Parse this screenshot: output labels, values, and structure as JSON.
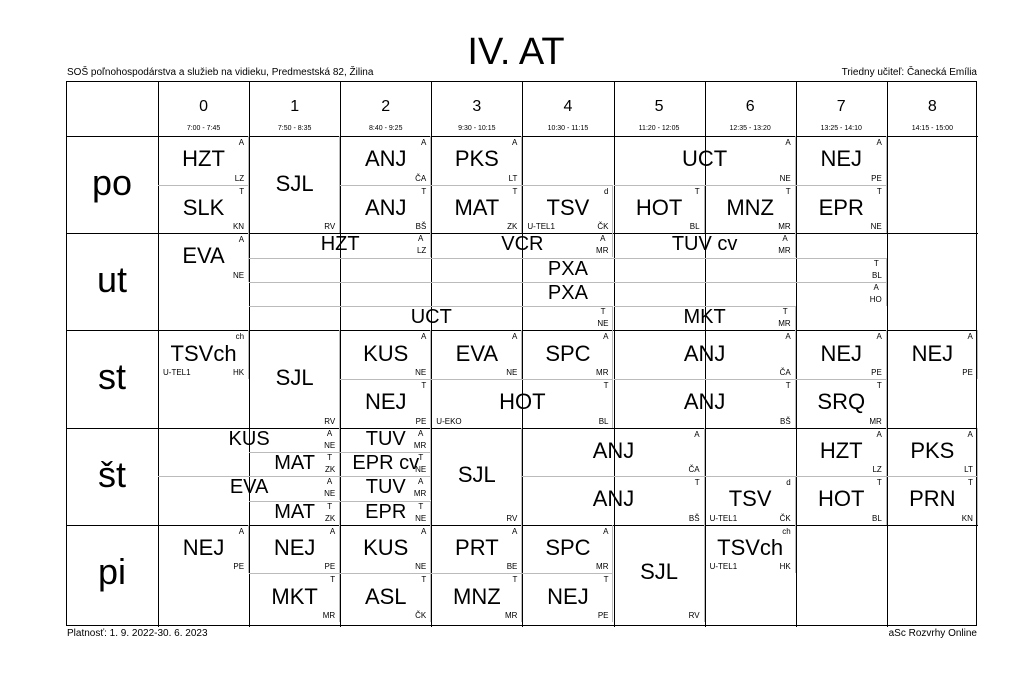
{
  "header": {
    "title": "IV. AT",
    "school": "SOŠ poľnohospodárstva a služieb na vidieku, Predmestská 82, Žilina",
    "class_teacher": "Triedny učiteľ: Čanecká Emília"
  },
  "footer": {
    "validity": "Platnosť: 1. 9. 2022-30. 6. 2023",
    "brand": "aSc Rozvrhy Online"
  },
  "periods": [
    {
      "num": "0",
      "time": "7:00 - 7:45"
    },
    {
      "num": "1",
      "time": "7:50 - 8:35"
    },
    {
      "num": "2",
      "time": "8:40 - 9:25"
    },
    {
      "num": "3",
      "time": "9:30 - 10:15"
    },
    {
      "num": "4",
      "time": "10:30 - 11:15"
    },
    {
      "num": "5",
      "time": "11:20 - 12:05"
    },
    {
      "num": "6",
      "time": "12:35 - 13:20"
    },
    {
      "num": "7",
      "time": "13:25 - 14:10"
    },
    {
      "num": "8",
      "time": "14:15 - 15:00"
    }
  ],
  "days": [
    "po",
    "ut",
    "st",
    "št",
    "pi"
  ],
  "lessons": [
    {
      "day": 0,
      "p": 0,
      "span": 1,
      "row": 0,
      "rows": 2,
      "of": 4,
      "subject": "HZT",
      "group": "A",
      "teacher": "LZ"
    },
    {
      "day": 0,
      "p": 0,
      "span": 1,
      "row": 2,
      "rows": 2,
      "of": 4,
      "subject": "SLK",
      "group": "T",
      "teacher": "KN"
    },
    {
      "day": 0,
      "p": 1,
      "span": 1,
      "row": 0,
      "rows": 4,
      "of": 4,
      "subject": "SJL",
      "teacher": "RV"
    },
    {
      "day": 0,
      "p": 2,
      "span": 1,
      "row": 0,
      "rows": 2,
      "of": 4,
      "subject": "ANJ",
      "group": "A",
      "teacher": "ČA"
    },
    {
      "day": 0,
      "p": 2,
      "span": 1,
      "row": 2,
      "rows": 2,
      "of": 4,
      "subject": "ANJ",
      "group": "T",
      "teacher": "BŠ"
    },
    {
      "day": 0,
      "p": 3,
      "span": 1,
      "row": 0,
      "rows": 2,
      "of": 4,
      "subject": "PKS",
      "group": "A",
      "teacher": "LT"
    },
    {
      "day": 0,
      "p": 3,
      "span": 1,
      "row": 2,
      "rows": 2,
      "of": 4,
      "subject": "MAT",
      "group": "T",
      "teacher": "ZK"
    },
    {
      "day": 0,
      "p": 4,
      "span": 1,
      "row": 2,
      "rows": 2,
      "of": 4,
      "subject": "TSV",
      "group": "d",
      "teacher": "ČK",
      "room": "U-TEL1"
    },
    {
      "day": 0,
      "p": 5,
      "span": 2,
      "row": 0,
      "rows": 2,
      "of": 4,
      "subject": "UCT",
      "group": "A",
      "teacher": "NE"
    },
    {
      "day": 0,
      "p": 5,
      "span": 1,
      "row": 2,
      "rows": 2,
      "of": 4,
      "subject": "HOT",
      "group": "T",
      "teacher": "BL"
    },
    {
      "day": 0,
      "p": 6,
      "span": 1,
      "row": 2,
      "rows": 2,
      "of": 4,
      "subject": "MNZ",
      "group": "T",
      "teacher": "MR"
    },
    {
      "day": 0,
      "p": 7,
      "span": 1,
      "row": 0,
      "rows": 2,
      "of": 4,
      "subject": "NEJ",
      "group": "A",
      "teacher": "PE"
    },
    {
      "day": 0,
      "p": 7,
      "span": 1,
      "row": 2,
      "rows": 2,
      "of": 4,
      "subject": "EPR",
      "group": "T",
      "teacher": "NE"
    },
    {
      "day": 1,
      "p": 0,
      "span": 1,
      "row": 0,
      "rows": 2,
      "of": 4,
      "subject": "EVA",
      "group": "A",
      "teacher": "NE"
    },
    {
      "day": 1,
      "p": 1,
      "span": 2,
      "row": 0,
      "rows": 1,
      "of": 4,
      "subject": "HZT",
      "group": "A",
      "teacher": "LZ",
      "inline": true
    },
    {
      "day": 1,
      "p": 3,
      "span": 2,
      "row": 0,
      "rows": 1,
      "of": 4,
      "subject": "VCR",
      "group": "A",
      "teacher": "MR",
      "inline": true
    },
    {
      "day": 1,
      "p": 5,
      "span": 2,
      "row": 0,
      "rows": 1,
      "of": 4,
      "subject": "TUV cv",
      "group": "A",
      "teacher": "MR",
      "inline": true
    },
    {
      "day": 1,
      "p": 1,
      "span": 7,
      "row": 1,
      "rows": 1,
      "of": 4,
      "subject": "PXA",
      "group": "T",
      "teacher": "BL",
      "inline": true
    },
    {
      "day": 1,
      "p": 1,
      "span": 7,
      "row": 2,
      "rows": 1,
      "of": 4,
      "subject": "PXA",
      "group": "A",
      "teacher": "HO",
      "inline": true
    },
    {
      "day": 1,
      "p": 1,
      "span": 4,
      "row": 3,
      "rows": 1,
      "of": 4,
      "subject": "UCT",
      "group": "T",
      "teacher": "NE",
      "inline": true
    },
    {
      "day": 1,
      "p": 5,
      "span": 2,
      "row": 3,
      "rows": 1,
      "of": 4,
      "subject": "MKT",
      "group": "T",
      "teacher": "MR",
      "inline": true
    },
    {
      "day": 2,
      "p": 0,
      "span": 1,
      "row": 0,
      "rows": 2,
      "of": 4,
      "subject": "TSVch",
      "group": "ch",
      "teacher": "HK",
      "room": "U-TEL1"
    },
    {
      "day": 2,
      "p": 1,
      "span": 1,
      "row": 0,
      "rows": 4,
      "of": 4,
      "subject": "SJL",
      "teacher": "RV"
    },
    {
      "day": 2,
      "p": 2,
      "span": 1,
      "row": 0,
      "rows": 2,
      "of": 4,
      "subject": "KUS",
      "group": "A",
      "teacher": "NE"
    },
    {
      "day": 2,
      "p": 2,
      "span": 1,
      "row": 2,
      "rows": 2,
      "of": 4,
      "subject": "NEJ",
      "group": "T",
      "teacher": "PE"
    },
    {
      "day": 2,
      "p": 3,
      "span": 1,
      "row": 0,
      "rows": 2,
      "of": 4,
      "subject": "EVA",
      "group": "A",
      "teacher": "NE"
    },
    {
      "day": 2,
      "p": 3,
      "span": 2,
      "row": 2,
      "rows": 2,
      "of": 4,
      "subject": "HOT",
      "group": "T",
      "teacher": "BL",
      "room": "U-EKO"
    },
    {
      "day": 2,
      "p": 4,
      "span": 1,
      "row": 0,
      "rows": 2,
      "of": 4,
      "subject": "SPC",
      "group": "A",
      "teacher": "MR"
    },
    {
      "day": 2,
      "p": 5,
      "span": 2,
      "row": 0,
      "rows": 2,
      "of": 4,
      "subject": "ANJ",
      "group": "A",
      "teacher": "ČA"
    },
    {
      "day": 2,
      "p": 5,
      "span": 2,
      "row": 2,
      "rows": 2,
      "of": 4,
      "subject": "ANJ",
      "group": "T",
      "teacher": "BŠ"
    },
    {
      "day": 2,
      "p": 7,
      "span": 1,
      "row": 0,
      "rows": 2,
      "of": 4,
      "subject": "NEJ",
      "group": "A",
      "teacher": "PE"
    },
    {
      "day": 2,
      "p": 7,
      "span": 1,
      "row": 2,
      "rows": 2,
      "of": 4,
      "subject": "SRQ",
      "group": "T",
      "teacher": "MR"
    },
    {
      "day": 2,
      "p": 8,
      "span": 1,
      "row": 0,
      "rows": 2,
      "of": 4,
      "subject": "NEJ",
      "group": "A",
      "teacher": "PE"
    },
    {
      "day": 3,
      "p": 0,
      "span": 2,
      "row": 0,
      "rows": 1,
      "of": 4,
      "subject": "KUS",
      "group": "A",
      "teacher": "NE",
      "inline": true
    },
    {
      "day": 3,
      "p": 1,
      "span": 1,
      "row": 1,
      "rows": 1,
      "of": 4,
      "subject": "MAT",
      "group": "T",
      "teacher": "ZK",
      "inline": true
    },
    {
      "day": 3,
      "p": 0,
      "span": 2,
      "row": 2,
      "rows": 1,
      "of": 4,
      "subject": "EVA",
      "group": "A",
      "teacher": "NE",
      "inline": true
    },
    {
      "day": 3,
      "p": 1,
      "span": 1,
      "row": 3,
      "rows": 1,
      "of": 4,
      "subject": "MAT",
      "group": "T",
      "teacher": "ZK",
      "inline": true
    },
    {
      "day": 3,
      "p": 2,
      "span": 1,
      "row": 0,
      "rows": 1,
      "of": 4,
      "subject": "TUV",
      "group": "A",
      "teacher": "MR",
      "inline": true
    },
    {
      "day": 3,
      "p": 2,
      "span": 1,
      "row": 1,
      "rows": 1,
      "of": 4,
      "subject": "EPR cv",
      "group": "T",
      "teacher": "NE",
      "inline": true
    },
    {
      "day": 3,
      "p": 2,
      "span": 1,
      "row": 2,
      "rows": 1,
      "of": 4,
      "subject": "TUV",
      "group": "A",
      "teacher": "MR",
      "inline": true
    },
    {
      "day": 3,
      "p": 2,
      "span": 1,
      "row": 3,
      "rows": 1,
      "of": 4,
      "subject": "EPR",
      "group": "T",
      "teacher": "NE",
      "inline": true
    },
    {
      "day": 3,
      "p": 3,
      "span": 1,
      "row": 0,
      "rows": 4,
      "of": 4,
      "subject": "SJL",
      "teacher": "RV"
    },
    {
      "day": 3,
      "p": 4,
      "span": 2,
      "row": 0,
      "rows": 2,
      "of": 4,
      "subject": "ANJ",
      "group": "A",
      "teacher": "ČA"
    },
    {
      "day": 3,
      "p": 4,
      "span": 2,
      "row": 2,
      "rows": 2,
      "of": 4,
      "subject": "ANJ",
      "group": "T",
      "teacher": "BŠ"
    },
    {
      "day": 3,
      "p": 6,
      "span": 1,
      "row": 2,
      "rows": 2,
      "of": 4,
      "subject": "TSV",
      "group": "d",
      "teacher": "ČK",
      "room": "U-TEL1"
    },
    {
      "day": 3,
      "p": 7,
      "span": 1,
      "row": 0,
      "rows": 2,
      "of": 4,
      "subject": "HZT",
      "group": "A",
      "teacher": "LZ"
    },
    {
      "day": 3,
      "p": 7,
      "span": 1,
      "row": 2,
      "rows": 2,
      "of": 4,
      "subject": "HOT",
      "group": "T",
      "teacher": "BL"
    },
    {
      "day": 3,
      "p": 8,
      "span": 1,
      "row": 0,
      "rows": 2,
      "of": 4,
      "subject": "PKS",
      "group": "A",
      "teacher": "LT"
    },
    {
      "day": 3,
      "p": 8,
      "span": 1,
      "row": 2,
      "rows": 2,
      "of": 4,
      "subject": "PRN",
      "group": "T",
      "teacher": "KN"
    },
    {
      "day": 4,
      "p": 0,
      "span": 1,
      "row": 0,
      "rows": 2,
      "of": 4,
      "subject": "NEJ",
      "group": "A",
      "teacher": "PE"
    },
    {
      "day": 4,
      "p": 1,
      "span": 1,
      "row": 0,
      "rows": 2,
      "of": 4,
      "subject": "NEJ",
      "group": "A",
      "teacher": "PE"
    },
    {
      "day": 4,
      "p": 1,
      "span": 1,
      "row": 2,
      "rows": 2,
      "of": 4,
      "subject": "MKT",
      "group": "T",
      "teacher": "MR"
    },
    {
      "day": 4,
      "p": 2,
      "span": 1,
      "row": 0,
      "rows": 2,
      "of": 4,
      "subject": "KUS",
      "group": "A",
      "teacher": "NE"
    },
    {
      "day": 4,
      "p": 2,
      "span": 1,
      "row": 2,
      "rows": 2,
      "of": 4,
      "subject": "ASL",
      "group": "T",
      "teacher": "ČK"
    },
    {
      "day": 4,
      "p": 3,
      "span": 1,
      "row": 0,
      "rows": 2,
      "of": 4,
      "subject": "PRT",
      "group": "A",
      "teacher": "BE"
    },
    {
      "day": 4,
      "p": 3,
      "span": 1,
      "row": 2,
      "rows": 2,
      "of": 4,
      "subject": "MNZ",
      "group": "T",
      "teacher": "MR"
    },
    {
      "day": 4,
      "p": 4,
      "span": 1,
      "row": 0,
      "rows": 2,
      "of": 4,
      "subject": "SPC",
      "group": "A",
      "teacher": "MR"
    },
    {
      "day": 4,
      "p": 4,
      "span": 1,
      "row": 2,
      "rows": 2,
      "of": 4,
      "subject": "NEJ",
      "group": "T",
      "teacher": "PE"
    },
    {
      "day": 4,
      "p": 5,
      "span": 1,
      "row": 0,
      "rows": 4,
      "of": 4,
      "subject": "SJL",
      "teacher": "RV"
    },
    {
      "day": 4,
      "p": 6,
      "span": 1,
      "row": 0,
      "rows": 2,
      "of": 4,
      "subject": "TSVch",
      "group": "ch",
      "teacher": "HK",
      "room": "U-TEL1"
    }
  ]
}
